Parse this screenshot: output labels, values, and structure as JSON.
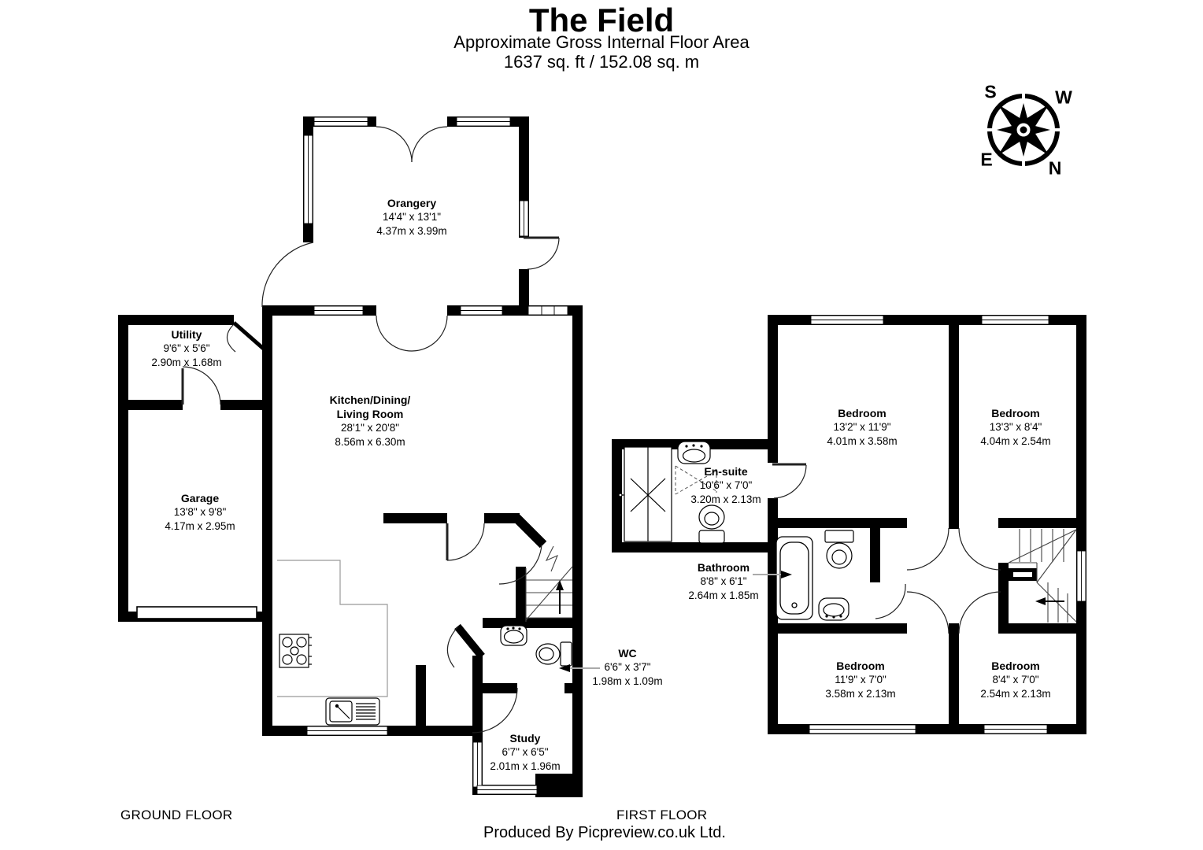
{
  "header": {
    "title": "The Field",
    "subtitle": "Approximate Gross Internal Floor Area",
    "area": "1637 sq. ft / 152.08 sq. m"
  },
  "compass": {
    "s": "S",
    "w": "W",
    "e": "E",
    "n": "N"
  },
  "ground_floor": {
    "label": "GROUND FLOOR",
    "rooms": {
      "orangery": {
        "name": "Orangery",
        "imperial": "14'4\" x 13'1\"",
        "metric": "4.37m x 3.99m"
      },
      "utility": {
        "name": "Utility",
        "imperial": "9'6\" x 5'6\"",
        "metric": "2.90m x 1.68m"
      },
      "kitchen": {
        "name_line1": "Kitchen/Dining/",
        "name_line2": "Living Room",
        "imperial": "28'1\" x 20'8\"",
        "metric": "8.56m x 6.30m"
      },
      "garage": {
        "name": "Garage",
        "imperial": "13'8\" x 9'8\"",
        "metric": "4.17m x 2.95m"
      },
      "wc": {
        "name": "WC",
        "imperial": "6'6\" x 3'7\"",
        "metric": "1.98m x 1.09m"
      },
      "study": {
        "name": "Study",
        "imperial": "6'7\" x 6'5\"",
        "metric": "2.01m x 1.96m"
      }
    }
  },
  "first_floor": {
    "label": "FIRST FLOOR",
    "rooms": {
      "bedroom_top_left": {
        "name": "Bedroom",
        "imperial": "13'2\" x 11'9\"",
        "metric": "4.01m x 3.58m"
      },
      "bedroom_top_right": {
        "name": "Bedroom",
        "imperial": "13'3\" x 8'4\"",
        "metric": "4.04m x 2.54m"
      },
      "ensuite": {
        "name": "En-suite",
        "imperial": "10'6\" x 7'0\"",
        "metric": "3.20m x 2.13m"
      },
      "bathroom": {
        "name": "Bathroom",
        "imperial": "8'8\" x 6'1\"",
        "metric": "2.64m x 1.85m"
      },
      "bedroom_bottom_left": {
        "name": "Bedroom",
        "imperial": "11'9\" x 7'0\"",
        "metric": "3.58m x 2.13m"
      },
      "bedroom_bottom_right": {
        "name": "Bedroom",
        "imperial": "8'4\" x 7'0\"",
        "metric": "2.54m x 2.13m"
      }
    }
  },
  "footer": {
    "credit": "Produced By Picpreview.co.uk Ltd."
  }
}
